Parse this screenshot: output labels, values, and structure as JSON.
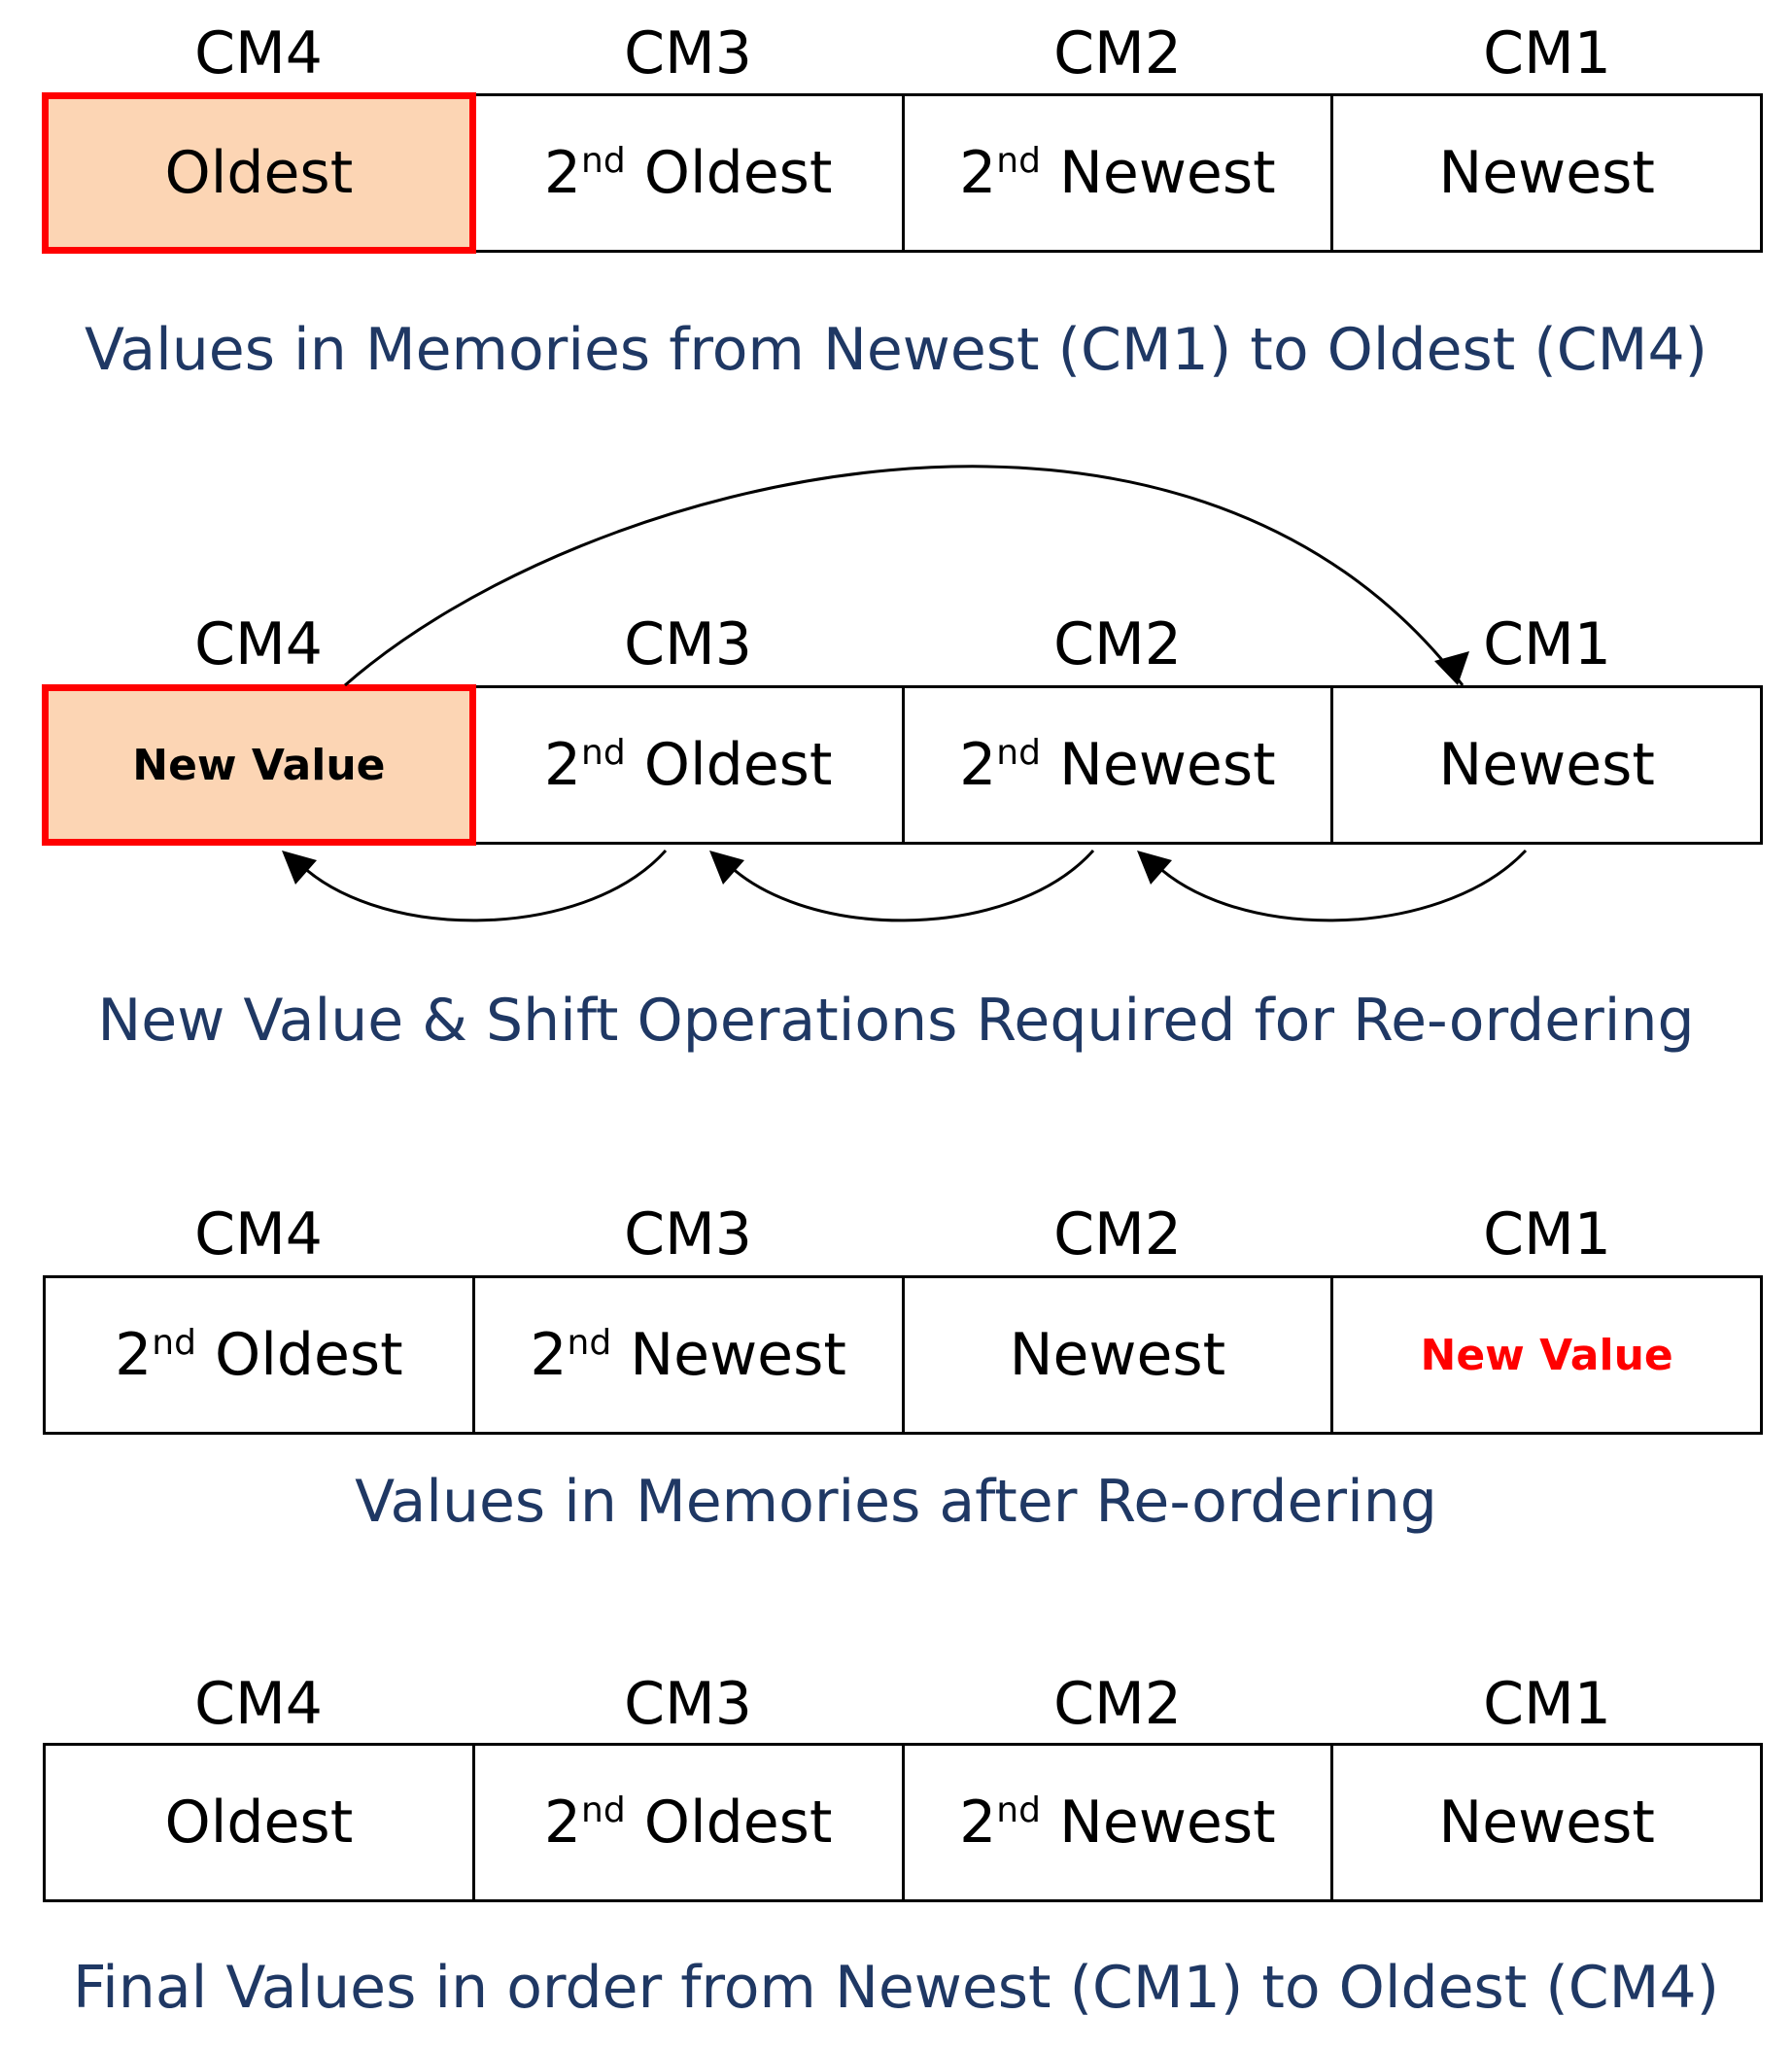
{
  "panels": [
    {
      "headers": [
        "CM4",
        "CM3",
        "CM2",
        "CM1"
      ],
      "cells": [
        {
          "ordinal": "",
          "text": "Oldest",
          "highlight": true
        },
        {
          "ordinal": "2nd",
          "text": "Oldest"
        },
        {
          "ordinal": "2nd",
          "text": "Newest"
        },
        {
          "ordinal": "",
          "text": "Newest"
        }
      ],
      "caption": "Values in Memories from Newest (CM1) to Oldest (CM4)"
    },
    {
      "headers": [
        "CM4",
        "CM3",
        "CM2",
        "CM1"
      ],
      "cells": [
        {
          "ordinal": "",
          "text": "New Value",
          "highlight": true,
          "small": true
        },
        {
          "ordinal": "2nd",
          "text": "Oldest"
        },
        {
          "ordinal": "2nd",
          "text": "Newest"
        },
        {
          "ordinal": "",
          "text": "Newest"
        }
      ],
      "caption": "New Value & Shift Operations Required for Re-ordering"
    },
    {
      "headers": [
        "CM4",
        "CM3",
        "CM2",
        "CM1"
      ],
      "cells": [
        {
          "ordinal": "2nd",
          "text": "Oldest"
        },
        {
          "ordinal": "2nd",
          "text": "Newest"
        },
        {
          "ordinal": "",
          "text": "Newest"
        },
        {
          "ordinal": "",
          "text": "New Value",
          "small": true,
          "red": true
        }
      ],
      "caption": "Values in Memories after Re-ordering"
    },
    {
      "headers": [
        "CM4",
        "CM3",
        "CM2",
        "CM1"
      ],
      "cells": [
        {
          "ordinal": "",
          "text": "Oldest"
        },
        {
          "ordinal": "2nd",
          "text": "Oldest"
        },
        {
          "ordinal": "2nd",
          "text": "Newest"
        },
        {
          "ordinal": "",
          "text": "Newest"
        }
      ],
      "caption": "Final Values in order from Newest (CM1) to Oldest (CM4)"
    }
  ],
  "colors": {
    "highlight_fill": "#fcd5b4",
    "highlight_border": "#ff0000",
    "caption": "#1f3864",
    "new_value": "#ff0000"
  }
}
